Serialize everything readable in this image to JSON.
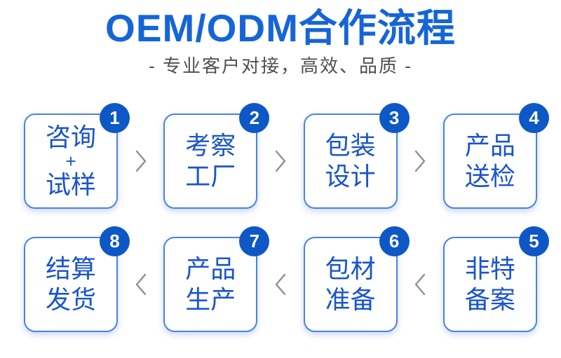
{
  "header": {
    "title": "OEM/ODM合作流程",
    "subtitle": "- 专业客户对接，高效、品质 -"
  },
  "colors": {
    "background": "#ffffff",
    "title_blue": "#1565d8",
    "subtitle_gray": "#4f4f4f",
    "step_text_blue": "#1a55cc",
    "box_border_blue": "#4a82e4",
    "badge_blue": "#0d57c6",
    "badge_number_white": "#ffffff",
    "arrow_gray": "#8f8f8f"
  },
  "flow": {
    "steps": [
      {
        "num": "1",
        "lines": [
          "咨询",
          "+",
          "试样"
        ]
      },
      {
        "num": "2",
        "lines": [
          "考察",
          "工厂"
        ]
      },
      {
        "num": "3",
        "lines": [
          "包装",
          "设计"
        ]
      },
      {
        "num": "4",
        "lines": [
          "产品",
          "送检"
        ]
      },
      {
        "num": "5",
        "lines": [
          "非特",
          "备案"
        ]
      },
      {
        "num": "6",
        "lines": [
          "包材",
          "准备"
        ]
      },
      {
        "num": "7",
        "lines": [
          "产品",
          "生产"
        ]
      },
      {
        "num": "8",
        "lines": [
          "结算",
          "发货"
        ]
      }
    ],
    "rows": [
      {
        "step_order": [
          0,
          1,
          2,
          3
        ],
        "arrow_direction": "right"
      },
      {
        "step_order": [
          7,
          6,
          5,
          4
        ],
        "arrow_direction": "left"
      }
    ]
  }
}
